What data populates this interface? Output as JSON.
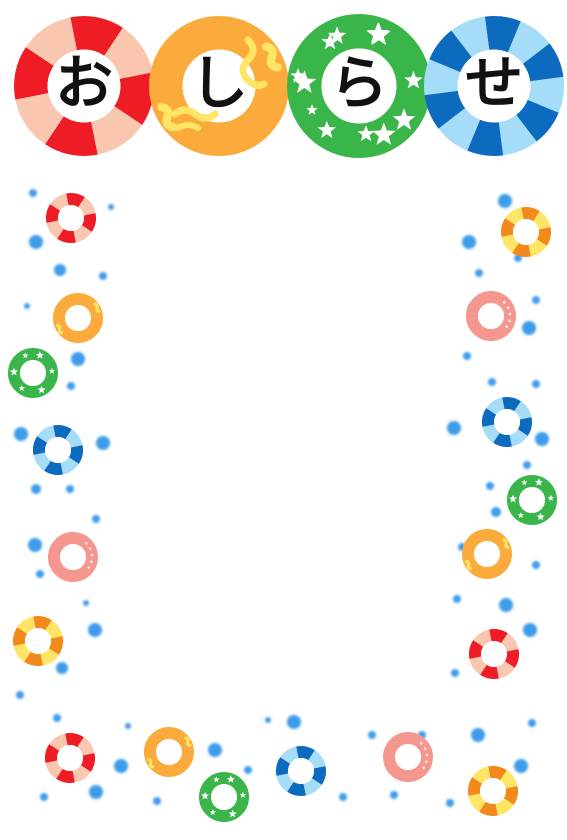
{
  "title": {
    "chars": [
      "お",
      "し",
      "ら",
      "せ"
    ]
  },
  "colors": {
    "red": "#ee1c25",
    "red_light": "#f9c6b0",
    "orange": "#fbab3c",
    "orange_dark": "#f28a1b",
    "yellow": "#ffe566",
    "green": "#3ab54a",
    "blue": "#0d6bbf",
    "blue_light": "#a5dcf7",
    "pink": "#f4978e",
    "bubble": "#3d9bea"
  },
  "badge_icons": [
    "red-striped-ring-icon",
    "orange-wavy-ring-icon",
    "green-star-ring-icon",
    "blue-striped-ring-icon"
  ],
  "ring_icons": [
    "red-striped-float-icon",
    "orange-wavy-float-icon",
    "green-star-float-icon",
    "blue-striped-float-icon",
    "pink-dotted-float-icon",
    "orange-striped-float-icon"
  ]
}
